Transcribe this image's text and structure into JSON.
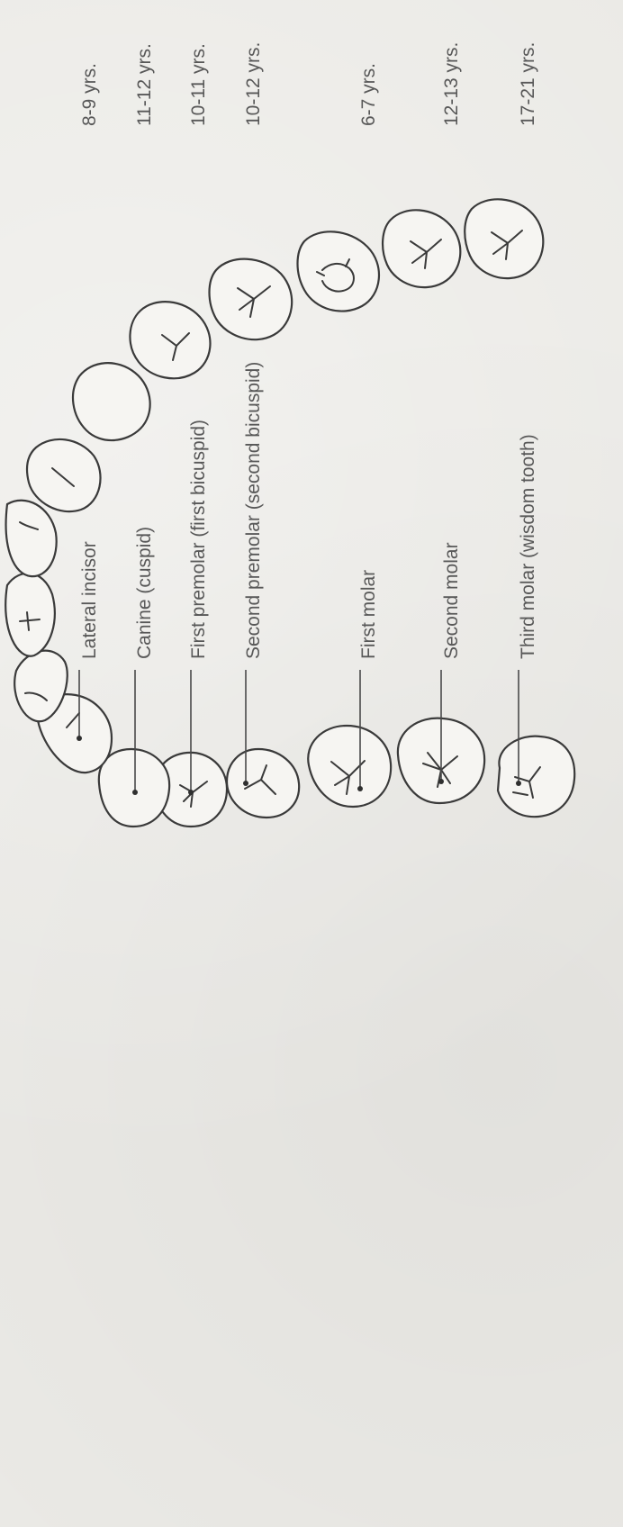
{
  "diagram": {
    "teeth": [
      {
        "id": "lateral-incisor",
        "label": "Lateral incisor",
        "age": "8-9 yrs."
      },
      {
        "id": "canine",
        "label": "Canine (cuspid)",
        "age": "11-12 yrs."
      },
      {
        "id": "first-premolar",
        "label": "First premolar (first bicuspid)",
        "age": "10-11 yrs."
      },
      {
        "id": "second-premolar",
        "label": "Second premolar (second bicuspid)",
        "age": "10-12 yrs."
      },
      {
        "id": "first-molar",
        "label": "First molar",
        "age": "6-7 yrs."
      },
      {
        "id": "second-molar",
        "label": "Second molar",
        "age": "12-13 yrs."
      },
      {
        "id": "third-molar",
        "label": "Third molar (wisdom tooth)",
        "age": "17-21 yrs."
      }
    ]
  }
}
